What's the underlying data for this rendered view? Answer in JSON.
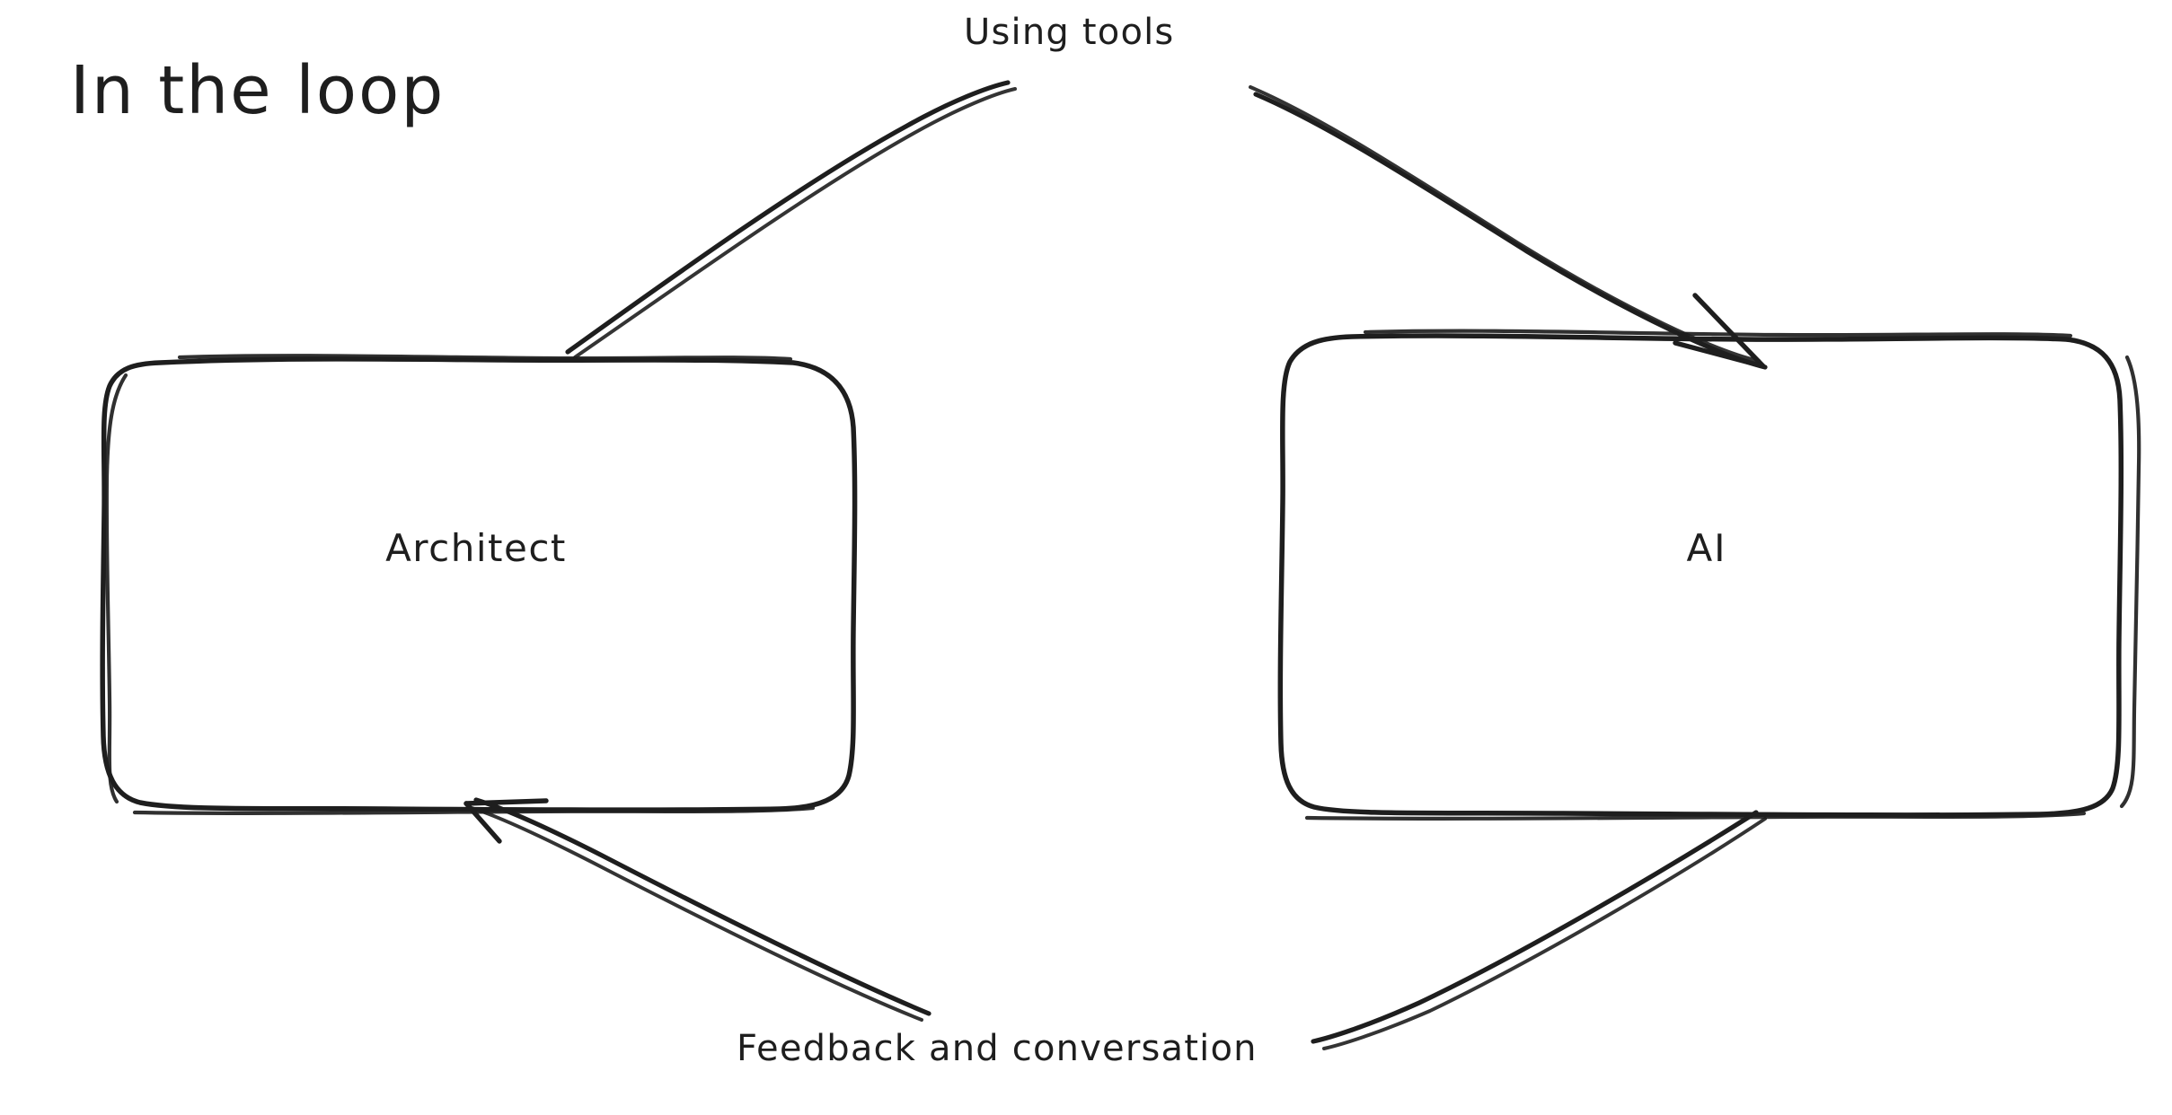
{
  "diagram": {
    "title": "In the loop",
    "ink_color": "#1e1e1e",
    "background_color": "#ffffff",
    "style": "hand-drawn-sketch",
    "nodes": [
      {
        "id": "architect",
        "label": "Architect"
      },
      {
        "id": "ai",
        "label": "AI"
      }
    ],
    "edges": [
      {
        "id": "architect-to-ai",
        "label": "Using tools",
        "from": "architect",
        "to": "ai",
        "direction": "right",
        "arrowhead": "end"
      },
      {
        "id": "ai-to-architect",
        "label": "Feedback and conversation",
        "from": "ai",
        "to": "architect",
        "direction": "left",
        "arrowhead": "end"
      }
    ]
  }
}
